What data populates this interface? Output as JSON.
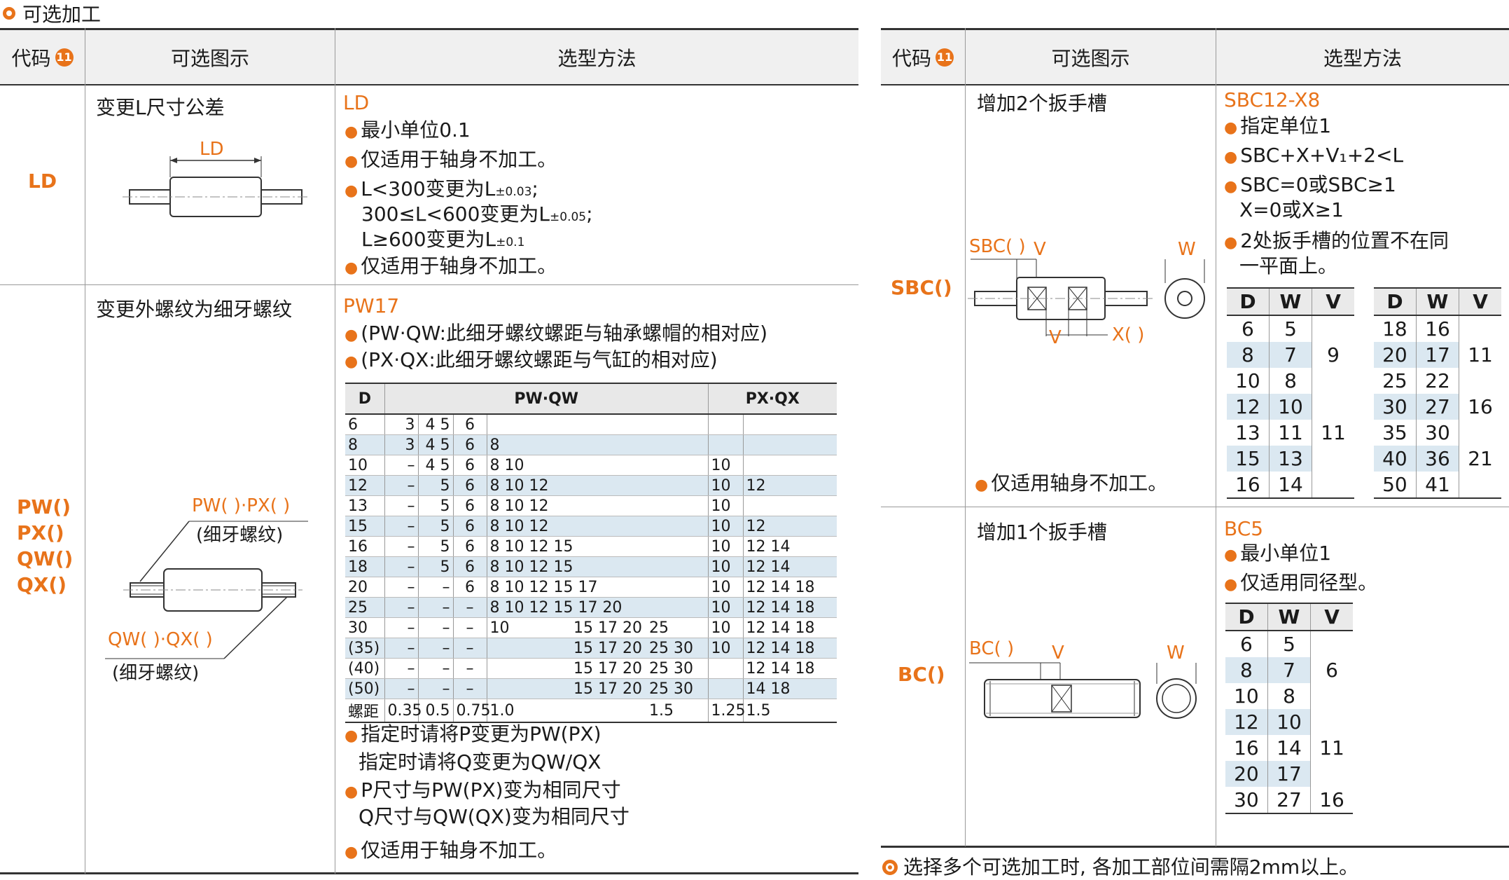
{
  "section_title": "可选加工",
  "columns": {
    "code": "代码",
    "badge": "11",
    "figure": "可选图示",
    "method": "选型方法"
  },
  "ld": {
    "code": "LD",
    "figure_title": "变更L尺寸公差",
    "dim_label": "LD",
    "method_code": "LD",
    "b1": "最小单位0.1",
    "b2": "仅适用于轴身不加工。",
    "b3_l1": "L<300变更为L",
    "b3_l1s": "±0.03",
    "b3_l2": "300≤L<600变更为L",
    "b3_l2s": "±0.05",
    "b3_l3": "L≥600变更为L",
    "b3_l3s": "±0.1",
    "b4": "仅适用于轴身不加工。"
  },
  "pw": {
    "codes": [
      "PW()",
      "PX()",
      "QW()",
      "QX()"
    ],
    "figure_title": "变更外螺纹为细牙螺纹",
    "label_top": "PW( )·PX( )",
    "label_top_sub": "(细牙螺纹)",
    "label_bottom": "QW( )·QX( )",
    "label_bottom_sub": "(细牙螺纹)",
    "method_code": "PW17",
    "b1": "(PW·QW:此细牙螺纹螺距与轴承螺帽的相对应)",
    "b2": "(PX·QX:此细牙螺纹螺距与气缸的相对应)",
    "table_head": [
      "D",
      "PW·QW",
      "PX·QX"
    ],
    "rows": [
      [
        "6",
        "3",
        "4 5",
        "6",
        "",
        "",
        "",
        "",
        ""
      ],
      [
        "8",
        "3",
        "4 5",
        "6",
        "8",
        "",
        "",
        "",
        ""
      ],
      [
        "10",
        "–",
        "4 5",
        "6",
        "8 10",
        "",
        "",
        "10",
        ""
      ],
      [
        "12",
        "–",
        "5",
        "6",
        "8 10 12",
        "",
        "",
        "10",
        "12"
      ],
      [
        "13",
        "–",
        "5",
        "6",
        "8 10 12",
        "",
        "",
        "10",
        ""
      ],
      [
        "15",
        "–",
        "5",
        "6",
        "8 10 12",
        "",
        "",
        "10",
        "12"
      ],
      [
        "16",
        "–",
        "5",
        "6",
        "8 10 12 15",
        "",
        "",
        "10",
        "12 14"
      ],
      [
        "18",
        "–",
        "5",
        "6",
        "8 10 12 15",
        "",
        "",
        "10",
        "12 14"
      ],
      [
        "20",
        "–",
        "–",
        "6",
        "8 10 12 15 17",
        "",
        "",
        "10",
        "12 14 18"
      ],
      [
        "25",
        "–",
        "–",
        "–",
        "8 10 12 15 17 20",
        "",
        "",
        "10",
        "12 14 18"
      ],
      [
        "30",
        "–",
        "–",
        "–",
        "10",
        "15 17 20",
        "25",
        "10",
        "12 14 18"
      ],
      [
        "(35)",
        "–",
        "–",
        "–",
        "",
        "15 17 20",
        "25 30",
        "10",
        "12 14 18"
      ],
      [
        "(40)",
        "–",
        "–",
        "–",
        "",
        "15 17 20",
        "25 30",
        "",
        "12 14 18"
      ],
      [
        "(50)",
        "–",
        "–",
        "–",
        "",
        "15 17 20",
        "25 30",
        "",
        "14 18"
      ],
      [
        "螺距",
        "0.35",
        "0.5",
        "0.75",
        "1.0",
        "",
        "1.5",
        "1.25",
        "1.5"
      ]
    ],
    "n1": "指定时请将P变更为PW(PX)",
    "n1b": "指定时请将Q变更为QW/QX",
    "n2": "P尺寸与PW(PX)变为相同尺寸",
    "n2b": "Q尺寸与QW(QX)变为相同尺寸",
    "n3": "仅适用于轴身不加工。"
  },
  "sbc": {
    "code": "SBC()",
    "figure_title": "增加2个扳手槽",
    "fig_sbc": "SBC( )",
    "fig_v": "V",
    "fig_w": "W",
    "fig_v2": "V",
    "fig_x": "X( )",
    "method_code": "SBC12-X8",
    "b1": "指定单位1",
    "b2": "SBC+X+V₁+2<L",
    "b3": "SBC=0或SBC≥1",
    "b3b": "X=0或X≥1",
    "b4": "2处扳手槽的位置不在同",
    "b4b": "一平面上。",
    "note": "仅适用轴身不加工。",
    "head": [
      "D",
      "W",
      "V"
    ],
    "t1": [
      [
        "6",
        "5",
        ""
      ],
      [
        "8",
        "7",
        "9"
      ],
      [
        "10",
        "8",
        ""
      ],
      [
        "12",
        "10",
        ""
      ],
      [
        "13",
        "11",
        "11"
      ],
      [
        "15",
        "13",
        ""
      ],
      [
        "16",
        "14",
        ""
      ]
    ],
    "t2": [
      [
        "18",
        "16",
        ""
      ],
      [
        "20",
        "17",
        "11"
      ],
      [
        "25",
        "22",
        ""
      ],
      [
        "30",
        "27",
        "16"
      ],
      [
        "35",
        "30",
        ""
      ],
      [
        "40",
        "36",
        "21"
      ],
      [
        "50",
        "41",
        ""
      ]
    ]
  },
  "bc": {
    "code": "BC()",
    "figure_title": "增加1个扳手槽",
    "fig_bc": "BC( )",
    "fig_v": "V",
    "fig_w": "W",
    "method_code": "BC5",
    "b1": "最小单位1",
    "b2": "仅适用同径型。",
    "head": [
      "D",
      "W",
      "V"
    ],
    "t": [
      [
        "6",
        "5",
        ""
      ],
      [
        "8",
        "7",
        "6"
      ],
      [
        "10",
        "8",
        ""
      ],
      [
        "12",
        "10",
        ""
      ],
      [
        "16",
        "14",
        "11"
      ],
      [
        "20",
        "17",
        ""
      ],
      [
        "30",
        "27",
        "16"
      ]
    ]
  },
  "footnote": "选择多个可选加工时, 各加工部位间需隔2mm以上。"
}
